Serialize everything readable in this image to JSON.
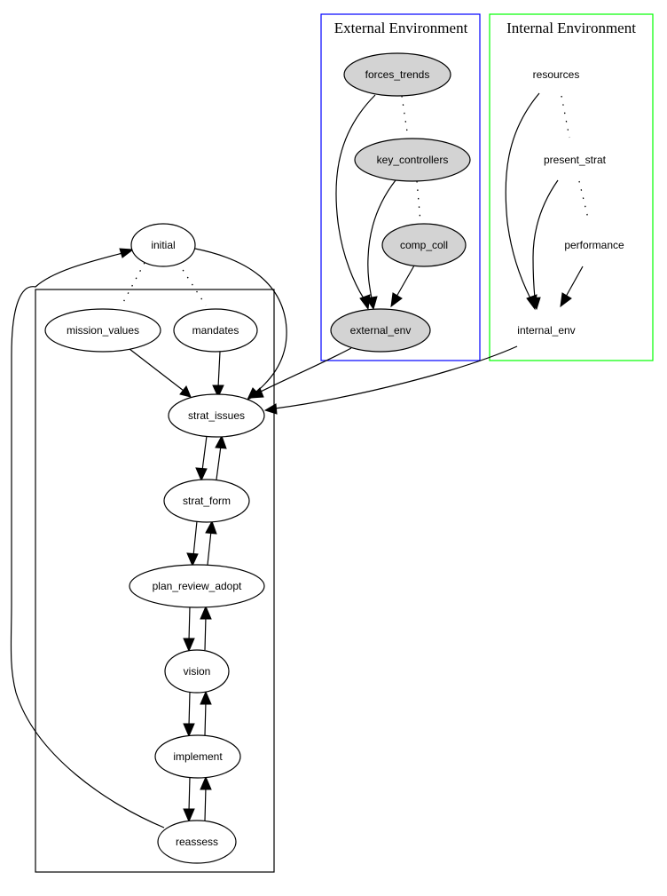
{
  "diagram": {
    "clusters": {
      "main": {
        "title": ""
      },
      "external": {
        "title": "External Environment",
        "color": "#0000ff"
      },
      "internal": {
        "title": "Internal Environment",
        "color": "#00ff00"
      }
    },
    "nodes": {
      "initial": {
        "label": "initial"
      },
      "mission_values": {
        "label": "mission_values"
      },
      "mandates": {
        "label": "mandates"
      },
      "strat_issues": {
        "label": "strat_issues"
      },
      "strat_form": {
        "label": "strat_form"
      },
      "plan_review_adopt": {
        "label": "plan_review_adopt"
      },
      "vision": {
        "label": "vision"
      },
      "implement": {
        "label": "implement"
      },
      "reassess": {
        "label": "reassess"
      },
      "forces_trends": {
        "label": "forces_trends",
        "fill": "#d3d3d3"
      },
      "key_controllers": {
        "label": "key_controllers",
        "fill": "#d3d3d3"
      },
      "comp_coll": {
        "label": "comp_coll",
        "fill": "#d3d3d3"
      },
      "external_env": {
        "label": "external_env",
        "fill": "#d3d3d3"
      },
      "resources": {
        "label": "resources"
      },
      "present_strat": {
        "label": "present_strat"
      },
      "performance": {
        "label": "performance"
      },
      "internal_env": {
        "label": "internal_env"
      }
    },
    "edges": [
      {
        "from": "initial",
        "to": "mission_values",
        "style": "dotted"
      },
      {
        "from": "initial",
        "to": "mandates",
        "style": "dotted"
      },
      {
        "from": "initial",
        "to": "strat_issues",
        "style": "solid"
      },
      {
        "from": "mission_values",
        "to": "strat_issues",
        "style": "solid"
      },
      {
        "from": "mandates",
        "to": "strat_issues",
        "style": "solid"
      },
      {
        "from": "external_env",
        "to": "strat_issues",
        "style": "solid"
      },
      {
        "from": "internal_env",
        "to": "strat_issues",
        "style": "solid"
      },
      {
        "from": "strat_issues",
        "to": "strat_form",
        "style": "solid"
      },
      {
        "from": "strat_form",
        "to": "strat_issues",
        "style": "solid"
      },
      {
        "from": "strat_form",
        "to": "plan_review_adopt",
        "style": "solid"
      },
      {
        "from": "plan_review_adopt",
        "to": "strat_form",
        "style": "solid"
      },
      {
        "from": "plan_review_adopt",
        "to": "vision",
        "style": "solid"
      },
      {
        "from": "vision",
        "to": "plan_review_adopt",
        "style": "solid"
      },
      {
        "from": "vision",
        "to": "implement",
        "style": "solid"
      },
      {
        "from": "implement",
        "to": "vision",
        "style": "solid"
      },
      {
        "from": "implement",
        "to": "reassess",
        "style": "solid"
      },
      {
        "from": "reassess",
        "to": "implement",
        "style": "solid"
      },
      {
        "from": "reassess",
        "to": "initial",
        "style": "solid"
      },
      {
        "from": "forces_trends",
        "to": "key_controllers",
        "style": "dotted"
      },
      {
        "from": "key_controllers",
        "to": "comp_coll",
        "style": "dotted"
      },
      {
        "from": "forces_trends",
        "to": "external_env",
        "style": "solid"
      },
      {
        "from": "key_controllers",
        "to": "external_env",
        "style": "solid"
      },
      {
        "from": "comp_coll",
        "to": "external_env",
        "style": "solid"
      },
      {
        "from": "resources",
        "to": "present_strat",
        "style": "dotted"
      },
      {
        "from": "present_strat",
        "to": "performance",
        "style": "dotted"
      },
      {
        "from": "resources",
        "to": "internal_env",
        "style": "solid"
      },
      {
        "from": "present_strat",
        "to": "internal_env",
        "style": "solid"
      },
      {
        "from": "performance",
        "to": "internal_env",
        "style": "solid"
      }
    ]
  }
}
